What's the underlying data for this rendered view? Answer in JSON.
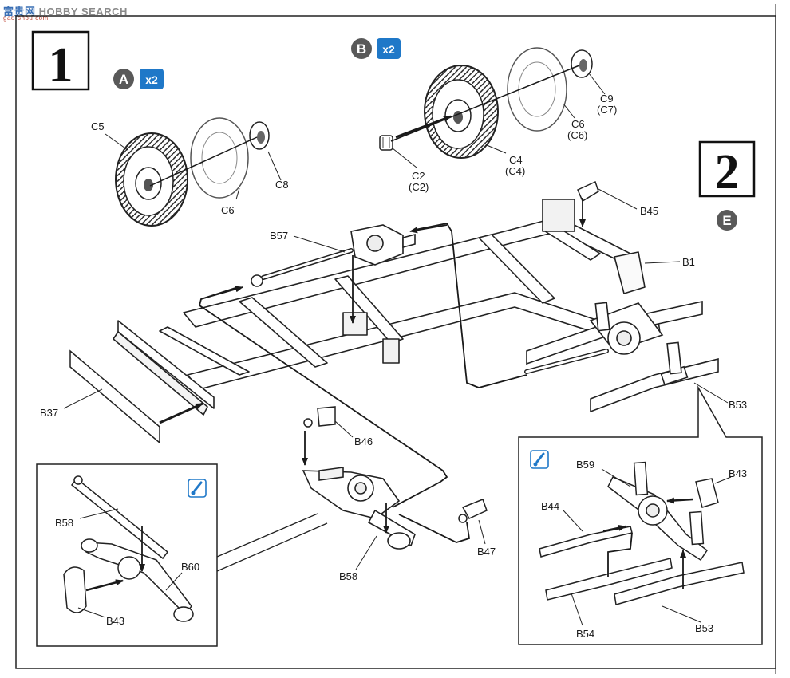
{
  "watermark": {
    "cn": "富贵网",
    "en": "HOBBY SEARCH",
    "url": "gao-shou.com"
  },
  "steps": [
    {
      "number": "1",
      "variant": "A",
      "multiplier": "x2"
    },
    {
      "number": "2",
      "variant": "E"
    }
  ],
  "wheel_callout": {
    "variant": "B",
    "multiplier": "x2"
  },
  "part_labels": {
    "c5": "C5",
    "c6_left": "C6",
    "c8": "C8",
    "c9": "C9",
    "c7": "(C7)",
    "c6_right": "C6",
    "c6_right_alt": "(C6)",
    "c4": "C4",
    "c4_alt": "(C4)",
    "c2": "C2",
    "c2_alt": "(C2)",
    "b45": "B45",
    "b1": "B1",
    "b57": "B57",
    "b53": "B53",
    "b37": "B37",
    "b46": "B46",
    "b47": "B47",
    "b58": "B58",
    "inset_left_b58": "B58",
    "inset_left_b60": "B60",
    "inset_left_b43": "B43",
    "inset_right_b59": "B59",
    "inset_right_b43": "B43",
    "inset_right_b44": "B44",
    "inset_right_b54": "B54",
    "inset_right_b53": "B53"
  },
  "colors": {
    "badge": "#595959",
    "mult_badge": "#1f78c8",
    "paint_badge": "#1f78c8",
    "line": "#1a1a1a"
  },
  "icons": {
    "paint": "paint-brush-icon",
    "arrow": "assembly-arrow-icon"
  }
}
